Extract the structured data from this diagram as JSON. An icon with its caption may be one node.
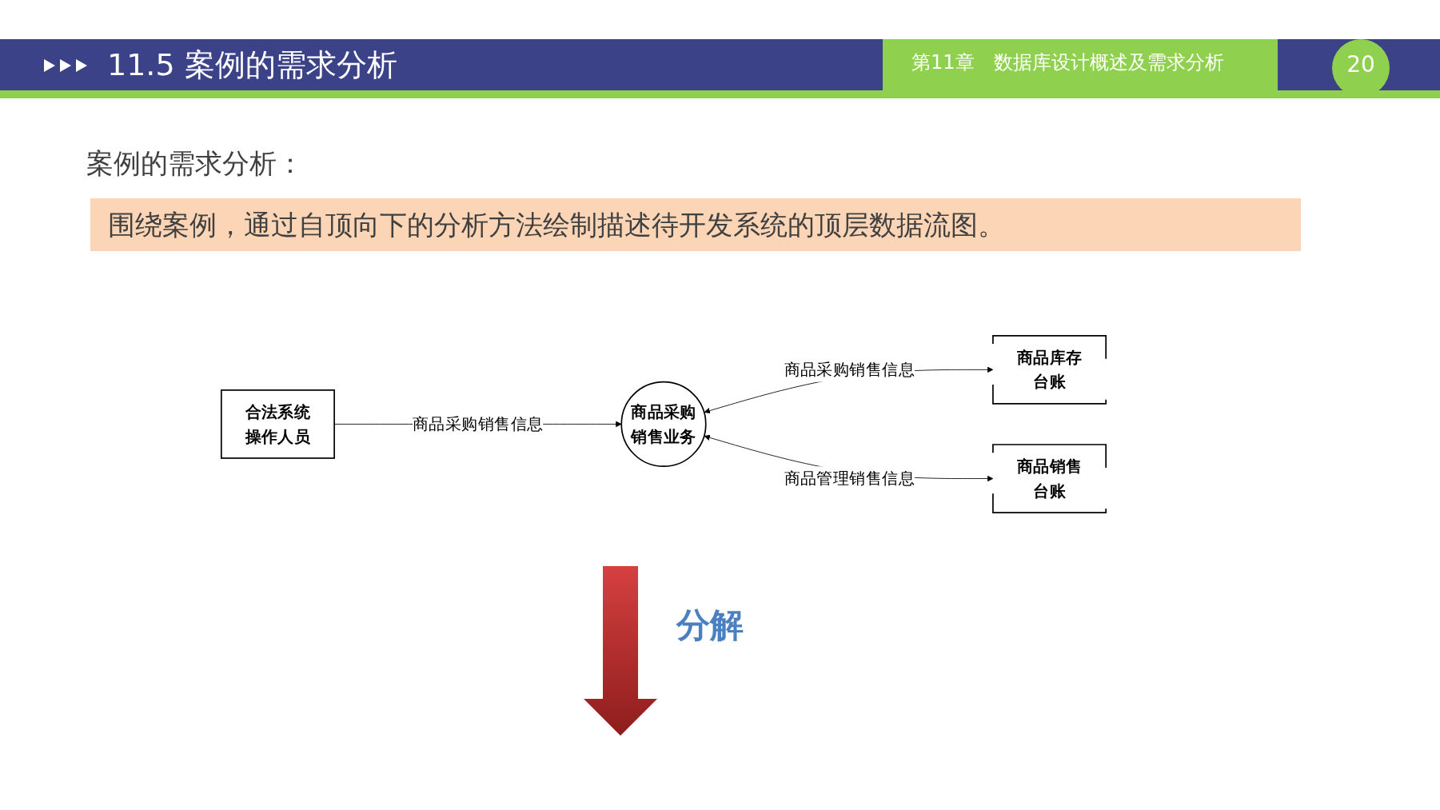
{
  "diagram": {
    "title": "11.5 案例的需求分析",
    "nodes": [
      {
        "text": [
          "合法系统操作人员"
        ]
      },
      {
        "text": [
          "商品采购销售业务"
        ]
      },
      {
        "text": [
          "商品库存台账"
        ]
      },
      {
        "text": [
          "商品销售台账"
        ]
      }
    ],
    "edges": [
      {
        "from": 0,
        "to": 1,
        "arrow": "to",
        "label": "商品采购销售信息"
      },
      {
        "from": 1,
        "to": 2,
        "arrow": "both",
        "label": "商品采购销售信息"
      },
      {
        "from": 1,
        "to": 3,
        "arrow": "both",
        "label": "商品管理销售信息"
      }
    ],
    "labels": [
      "第11章　数据库设计概述及需求分析",
      "20",
      "案例的需求分析：",
      "围绕案例，通过自顶向下的分析方法绘制描述待开发系统的顶层数据流图。",
      "分解"
    ]
  }
}
